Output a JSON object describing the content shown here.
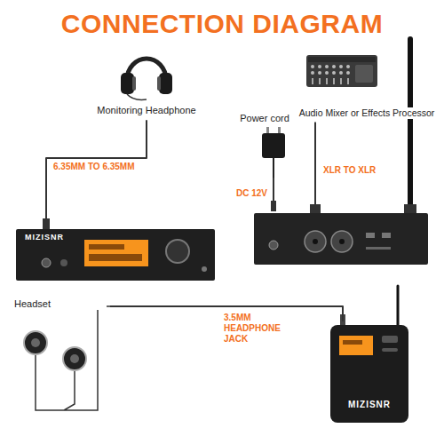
{
  "diagram": {
    "title": "CONNECTION DIAGRAM",
    "nodes": [
      {
        "text": [
          "Monitoring Headphone"
        ]
      },
      {
        "text": [
          "Power cord"
        ]
      },
      {
        "text": [
          "Audio Mixer or Effects Processor"
        ]
      },
      {
        "text": [
          "MIZISNR"
        ]
      },
      {
        "text": []
      },
      {
        "text": [
          "Headset"
        ]
      },
      {
        "text": [
          "MIZISNR"
        ]
      }
    ],
    "edges": [
      {
        "from": 0,
        "to": 3,
        "arrow": "none",
        "label": "6.35MM TO 6.35MM"
      },
      {
        "from": 1,
        "to": 4,
        "arrow": "none",
        "label": "DC 12V"
      },
      {
        "from": 2,
        "to": 4,
        "arrow": "none",
        "label": "XLR TO XLR"
      },
      {
        "from": 5,
        "to": 6,
        "arrow": "none",
        "label": "3.5MM HEADPHONE JACK"
      }
    ]
  }
}
